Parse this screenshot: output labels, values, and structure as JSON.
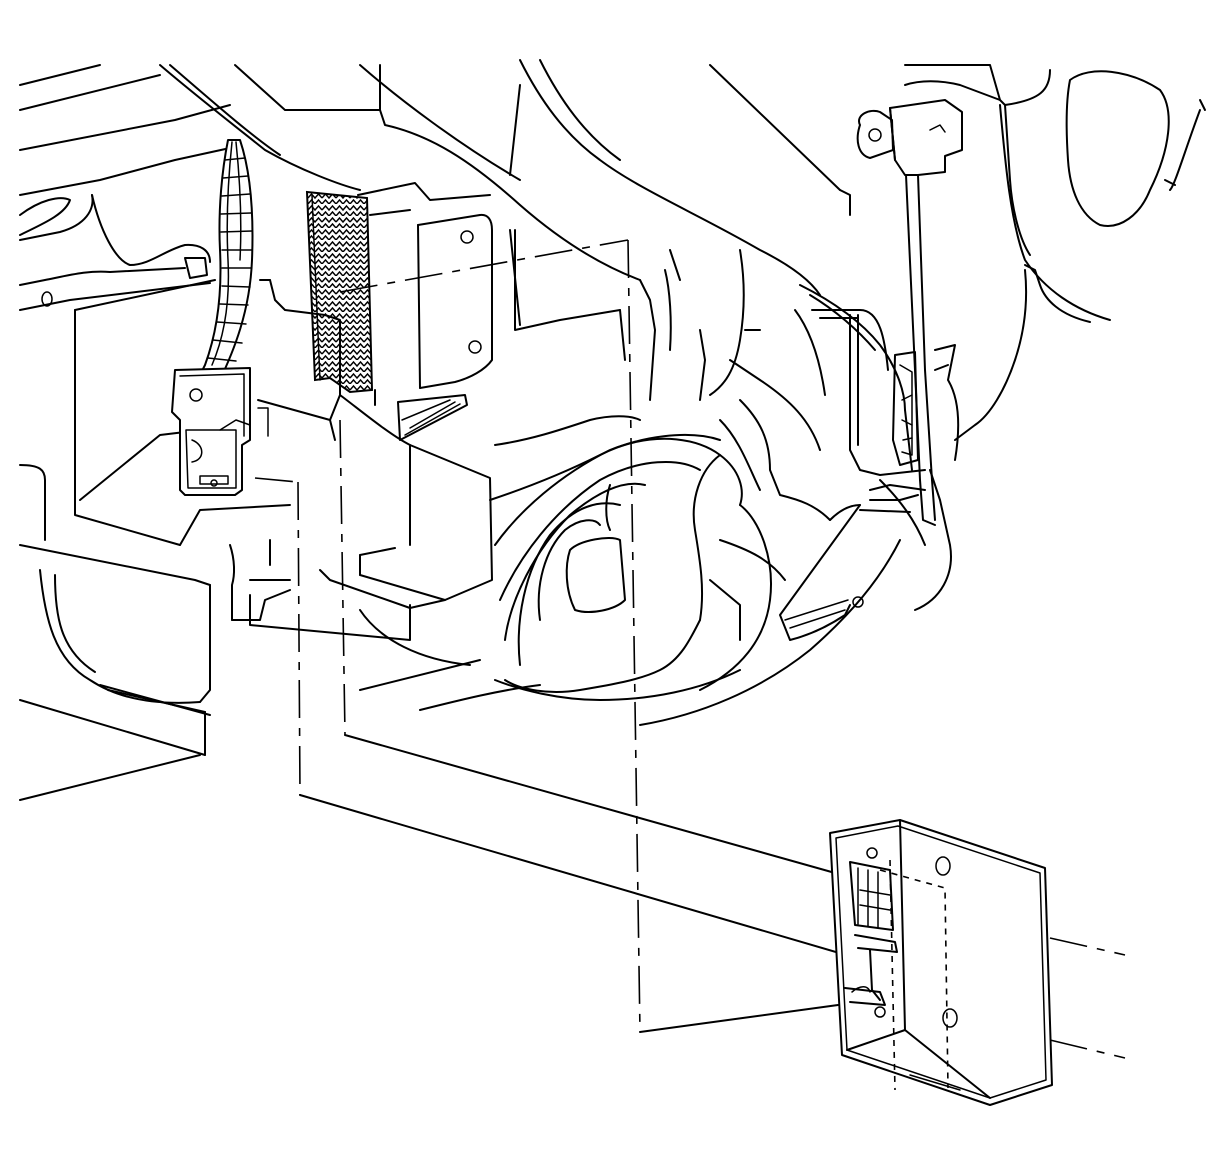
{
  "figure": {
    "type": "exploded-view service illustration",
    "line_color": "#000000",
    "background_color": "#ffffff",
    "parts": [
      "wiring-harness",
      "harness-connector",
      "mounting-bracket",
      "insulation-pad",
      "electronic-module",
      "accelerator-pedal",
      "steering-column-support"
    ]
  }
}
